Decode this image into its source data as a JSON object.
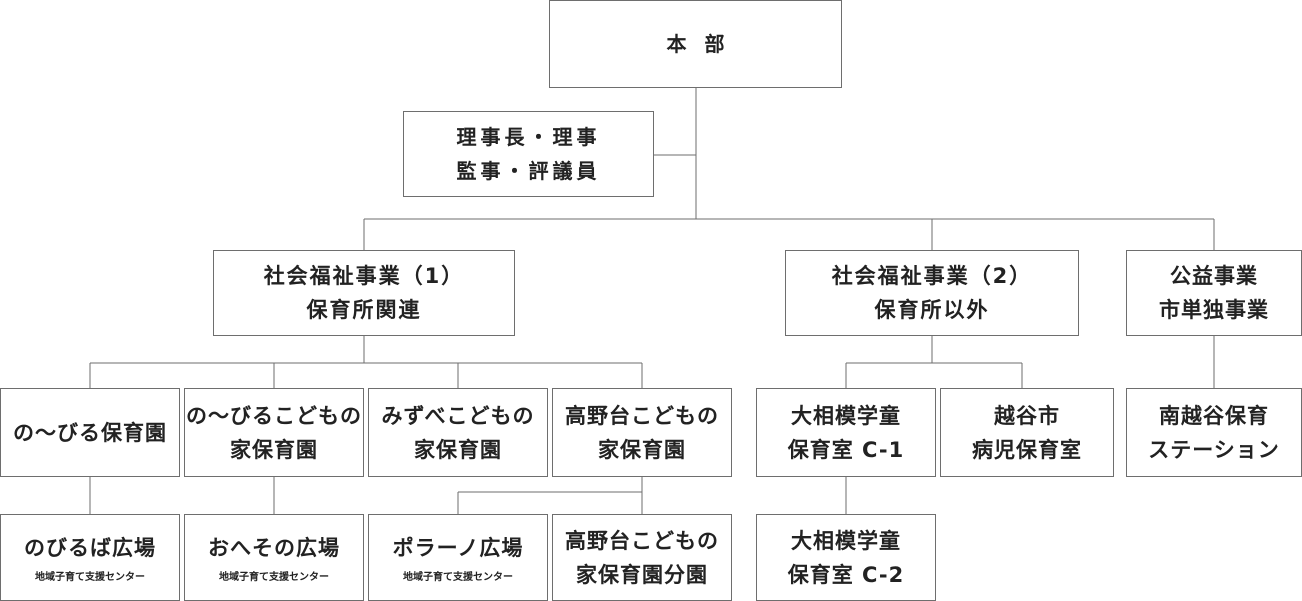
{
  "nodes": {
    "hq": {
      "line1": "本部"
    },
    "board": {
      "line1": "理事長・理事",
      "line2": "監事・評議員"
    },
    "social1": {
      "line1": "社会福祉事業（1）",
      "line2": "保育所関連"
    },
    "social2": {
      "line1": "社会福祉事業（2）",
      "line2": "保育所以外"
    },
    "public": {
      "line1": "公益事業",
      "line2": "市単独事業"
    },
    "nobiru": {
      "line1": "の〜びる保育園"
    },
    "nobiru_kodomo": {
      "line1": "の〜びるこどもの",
      "line2": "家保育園"
    },
    "mizube": {
      "line1": "みずべこどもの",
      "line2": "家保育園"
    },
    "takanodai": {
      "line1": "高野台こどもの",
      "line2": "家保育園"
    },
    "ohsagami_c1": {
      "line1": "大相模学童",
      "line2": "保育室 C-1"
    },
    "koshigaya": {
      "line1": "越谷市",
      "line2": "病児保育室"
    },
    "minami": {
      "line1": "南越谷保育",
      "line2": "ステーション"
    },
    "nobiruba": {
      "line1": "のびるば広場",
      "sub": "地域子育て支援センター"
    },
    "ohesono": {
      "line1": "おへその広場",
      "sub": "地域子育て支援センター"
    },
    "polano": {
      "line1": "ポラーノ広場",
      "sub": "地域子育て支援センター"
    },
    "takanodai_bunen": {
      "line1": "高野台こどもの",
      "line2": "家保育園分園"
    },
    "ohsagami_c2": {
      "line1": "大相模学童",
      "line2": "保育室 C-2"
    }
  },
  "colors": {
    "line": "#6e6e6e",
    "border": "#6e6e6e",
    "text": "#222222",
    "background": "#ffffff"
  }
}
